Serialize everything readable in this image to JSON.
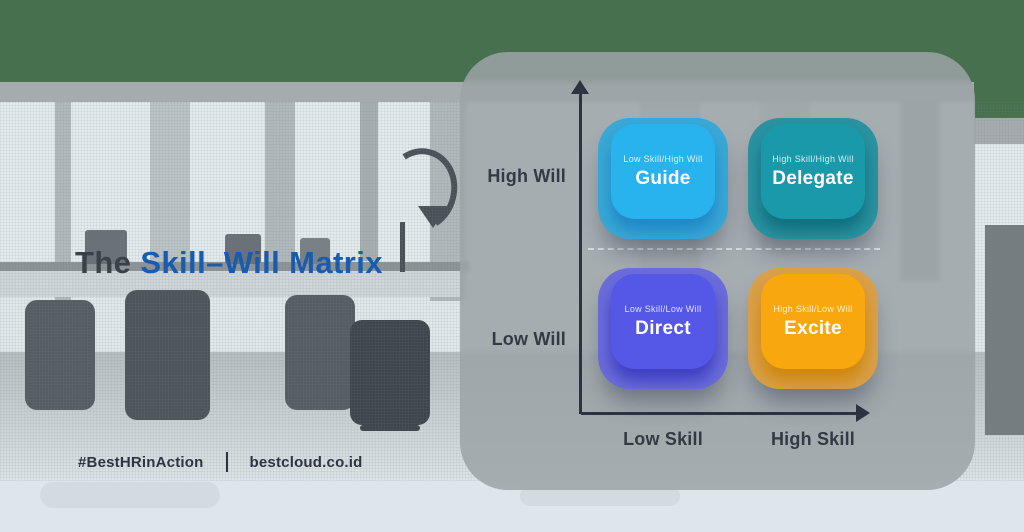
{
  "title": {
    "prefix": "The ",
    "highlight": "Skill–Will Matrix",
    "highlight_color": "#175cae",
    "prefix_color": "#3c4149"
  },
  "matrix": {
    "y_axis": {
      "high_label": "High Will",
      "low_label": "Low Will"
    },
    "x_axis": {
      "low_label": "Low Skill",
      "high_label": "High Skill"
    },
    "quadrants": [
      {
        "name": "Guide",
        "tag": "Low Skill/High Will",
        "color_inner": "#29b3ee",
        "color_outer": "#3aa8d5",
        "color_shadow": "#1f86c7"
      },
      {
        "name": "Delegate",
        "tag": "High Skill/High Will",
        "color_inner": "#1a99aa",
        "color_outer": "#2b93a0",
        "color_shadow": "#0e6e7e"
      },
      {
        "name": "Direct",
        "tag": "Low Skill/Low Will",
        "color_inner": "#5557e6",
        "color_outer": "#6c6dda",
        "color_shadow": "#3d3ec2"
      },
      {
        "name": "Excite",
        "tag": "High Skill/Low Will",
        "color_inner": "#f9a70e",
        "color_outer": "#d8a04b",
        "color_shadow": "#cf860b"
      }
    ]
  },
  "footer": {
    "hashtag": "#BestHRinAction",
    "website": "bestcloud.co.id"
  }
}
